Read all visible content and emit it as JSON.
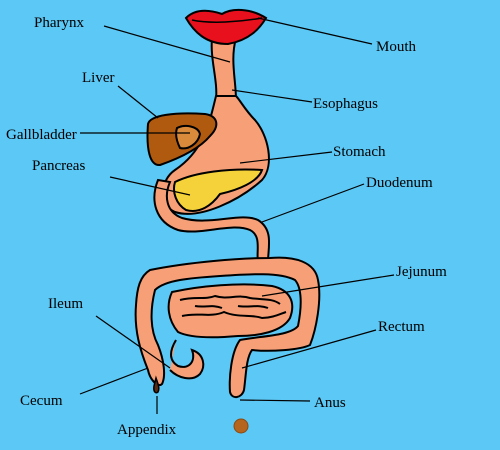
{
  "labels": {
    "pharynx": "Pharynx",
    "mouth": "Mouth",
    "liver": "Liver",
    "esophagus": "Esophagus",
    "gallbladder": "Gallbladder",
    "stomach": "Stomach",
    "pancreas": "Pancreas",
    "duodenum": "Duodenum",
    "jejunum": "Jejunum",
    "ileum": "Ileum",
    "rectum": "Rectum",
    "cecum": "Cecum",
    "anus": "Anus",
    "appendix": "Appendix"
  },
  "colors": {
    "background": "#5bc8f5",
    "tract": "#f7a077",
    "mouth": "#e8101c",
    "liver": "#b05a10",
    "gallbladder": "#d98a3a",
    "pancreas": "#f5d23a",
    "stool": "#b5651d",
    "outline": "#000000"
  }
}
